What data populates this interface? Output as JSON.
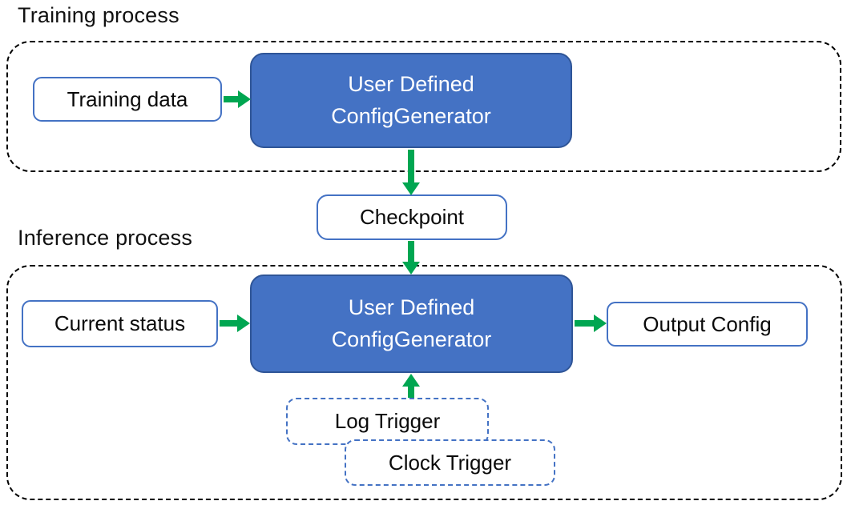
{
  "colors": {
    "generator_fill": "#4472C4",
    "generator_border": "#2F5597",
    "thin_box_border": "#4472C4",
    "arrow_green": "#00A651",
    "container_border": "#000000",
    "title_text": "#111111",
    "box_text": "#0a0a0a",
    "generator_text": "#ffffff"
  },
  "training": {
    "title": "Training process",
    "input_label": "Training data",
    "generator_line1": "User Defined",
    "generator_line2": "ConfigGenerator"
  },
  "checkpoint_label": "Checkpoint",
  "inference": {
    "title": "Inference process",
    "input_label": "Current status",
    "generator_line1": "User Defined",
    "generator_line2": "ConfigGenerator",
    "output_label": "Output Config",
    "triggers": [
      "Log Trigger",
      "Clock Trigger"
    ]
  }
}
